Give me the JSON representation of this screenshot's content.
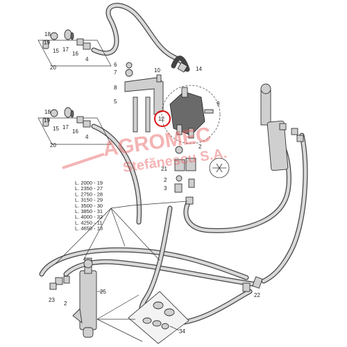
{
  "callouts": {
    "c18a": "18",
    "c19a": "19",
    "c17a": "17",
    "c16a": "16",
    "c4a": "4",
    "c15a": "15",
    "c20a": "20",
    "c18b": "18",
    "c19b": "19",
    "c17b": "17",
    "c16b": "16",
    "c4b": "4",
    "c15b": "15",
    "c20b": "20",
    "c6": "6",
    "c7": "7",
    "c8": "8",
    "c5": "5",
    "c10": "10",
    "c14": "14",
    "c9": "9",
    "c12": "12",
    "c2a": "2",
    "c21": "21",
    "c2b": "2",
    "c3": "3",
    "c23": "23",
    "c2c": "2",
    "c25": "25",
    "c22": "22",
    "c34": "34"
  },
  "lengths": [
    {
      "label": "L. 2000",
      "part": "19"
    },
    {
      "label": "L. 2350",
      "part": "27"
    },
    {
      "label": "L. 2750",
      "part": "28"
    },
    {
      "label": "L. 3150",
      "part": "29"
    },
    {
      "label": "L. 3500",
      "part": "30"
    },
    {
      "label": "L. 3850",
      "part": "31"
    },
    {
      "label": "L. 4000",
      "part": "32"
    },
    {
      "label": "L. 4250",
      "part": "11"
    },
    {
      "label": "L. 4650",
      "part": "13"
    }
  ],
  "watermark": {
    "line1": "AGROMEC",
    "line2": "Stefănescu S.A.",
    "color": "#e85a5a"
  },
  "highlight_color": "#dd1111"
}
